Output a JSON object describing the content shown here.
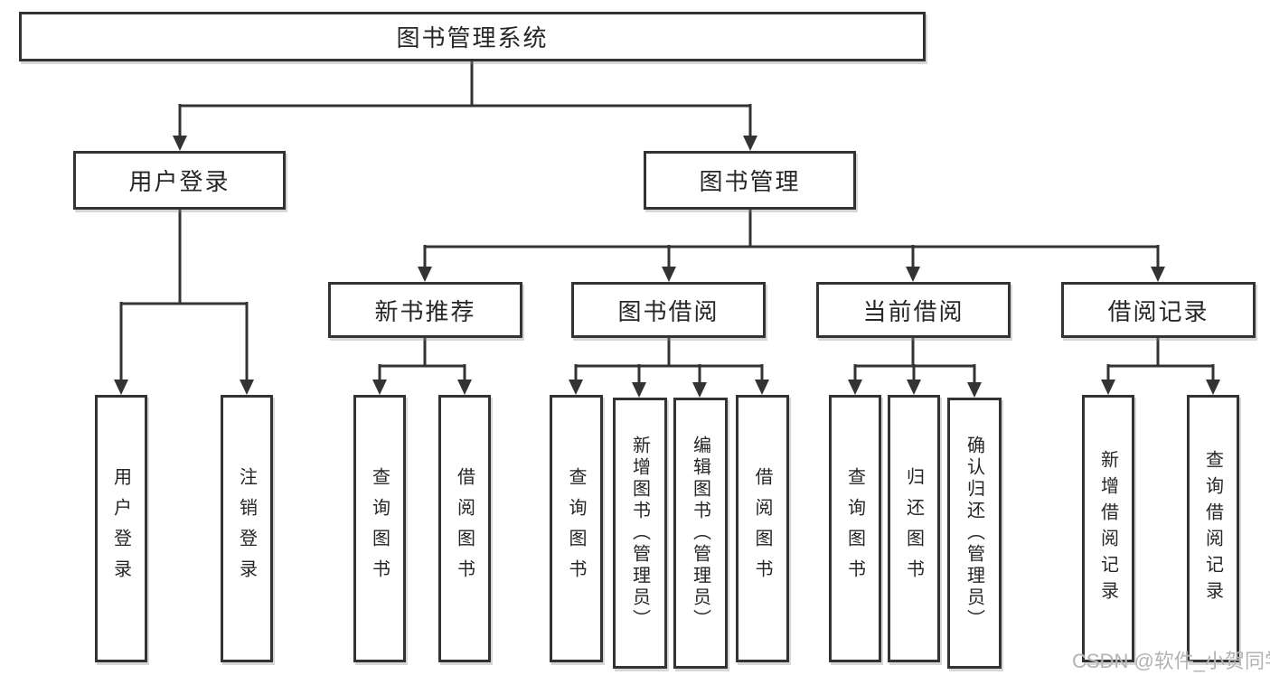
{
  "colors": {
    "line": "#333333",
    "box_border": "#333333",
    "text": "#262626",
    "watermark": "#b3b3b3"
  },
  "watermark": "CSDN @软件_小贺同学",
  "tree": {
    "label": "图书管理系统",
    "children": [
      {
        "label": "用户登录",
        "children": [
          {
            "label": "用户登录"
          },
          {
            "label": "注销登录"
          }
        ]
      },
      {
        "label": "图书管理",
        "children": [
          {
            "label": "新书推荐",
            "children": [
              {
                "label": "查询图书"
              },
              {
                "label": "借阅图书"
              }
            ]
          },
          {
            "label": "图书借阅",
            "children": [
              {
                "label": "查询图书"
              },
              {
                "label": "新增图书（管理员）"
              },
              {
                "label": "编辑图书（管理员）"
              },
              {
                "label": "借阅图书"
              }
            ]
          },
          {
            "label": "当前借阅",
            "children": [
              {
                "label": "查询图书"
              },
              {
                "label": "归还图书"
              },
              {
                "label": "确认归还（管理员）"
              }
            ]
          },
          {
            "label": "借阅记录",
            "children": [
              {
                "label": "新增借阅记录"
              },
              {
                "label": "查询借阅记录"
              }
            ]
          }
        ]
      }
    ]
  }
}
